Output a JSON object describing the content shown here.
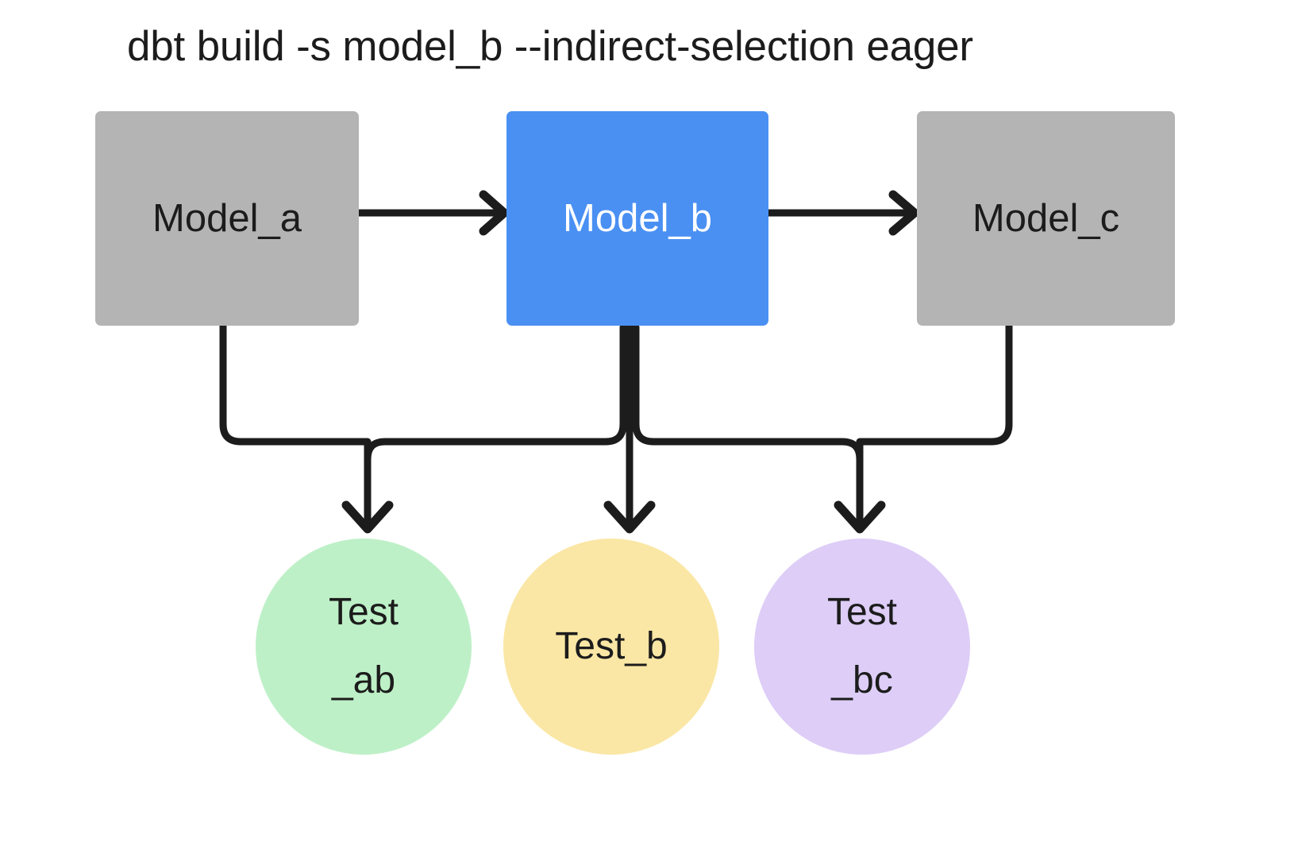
{
  "diagram": {
    "title": "dbt build -s model_b --indirect-selection eager",
    "type": "dag",
    "background_color": "#ffffff",
    "edge_color": "#1c1c1c",
    "models": [
      {
        "id": "model_a",
        "label": "Model_a",
        "shape": "rect",
        "fill": "#b4b4b4",
        "text_color": "#1c1c1c",
        "selected": false
      },
      {
        "id": "model_b",
        "label": "Model_b",
        "shape": "rect",
        "fill": "#4a90f3",
        "text_color": "#ffffff",
        "selected": true
      },
      {
        "id": "model_c",
        "label": "Model_c",
        "shape": "rect",
        "fill": "#b4b4b4",
        "text_color": "#1c1c1c",
        "selected": false
      }
    ],
    "tests": [
      {
        "id": "test_ab",
        "label": "Test\n_ab",
        "shape": "circle",
        "fill": "#bef0c7",
        "text_color": "#1c1c1c"
      },
      {
        "id": "test_b",
        "label": "Test_b",
        "shape": "circle",
        "fill": "#fae7a5",
        "text_color": "#1c1c1c"
      },
      {
        "id": "test_bc",
        "label": "Test\n_bc",
        "shape": "circle",
        "fill": "#ddcdf7",
        "text_color": "#1c1c1c"
      }
    ],
    "edges": [
      {
        "from": "model_a",
        "to": "model_b",
        "style": "arrow-right"
      },
      {
        "from": "model_b",
        "to": "model_c",
        "style": "arrow-right"
      },
      {
        "from": "model_a",
        "to": "test_ab",
        "style": "arrow-down-elbow"
      },
      {
        "from": "model_b",
        "to": "test_ab",
        "style": "arrow-down-elbow"
      },
      {
        "from": "model_b",
        "to": "test_b",
        "style": "arrow-down"
      },
      {
        "from": "model_b",
        "to": "test_bc",
        "style": "arrow-down-elbow"
      },
      {
        "from": "model_c",
        "to": "test_bc",
        "style": "arrow-down-elbow"
      }
    ]
  }
}
